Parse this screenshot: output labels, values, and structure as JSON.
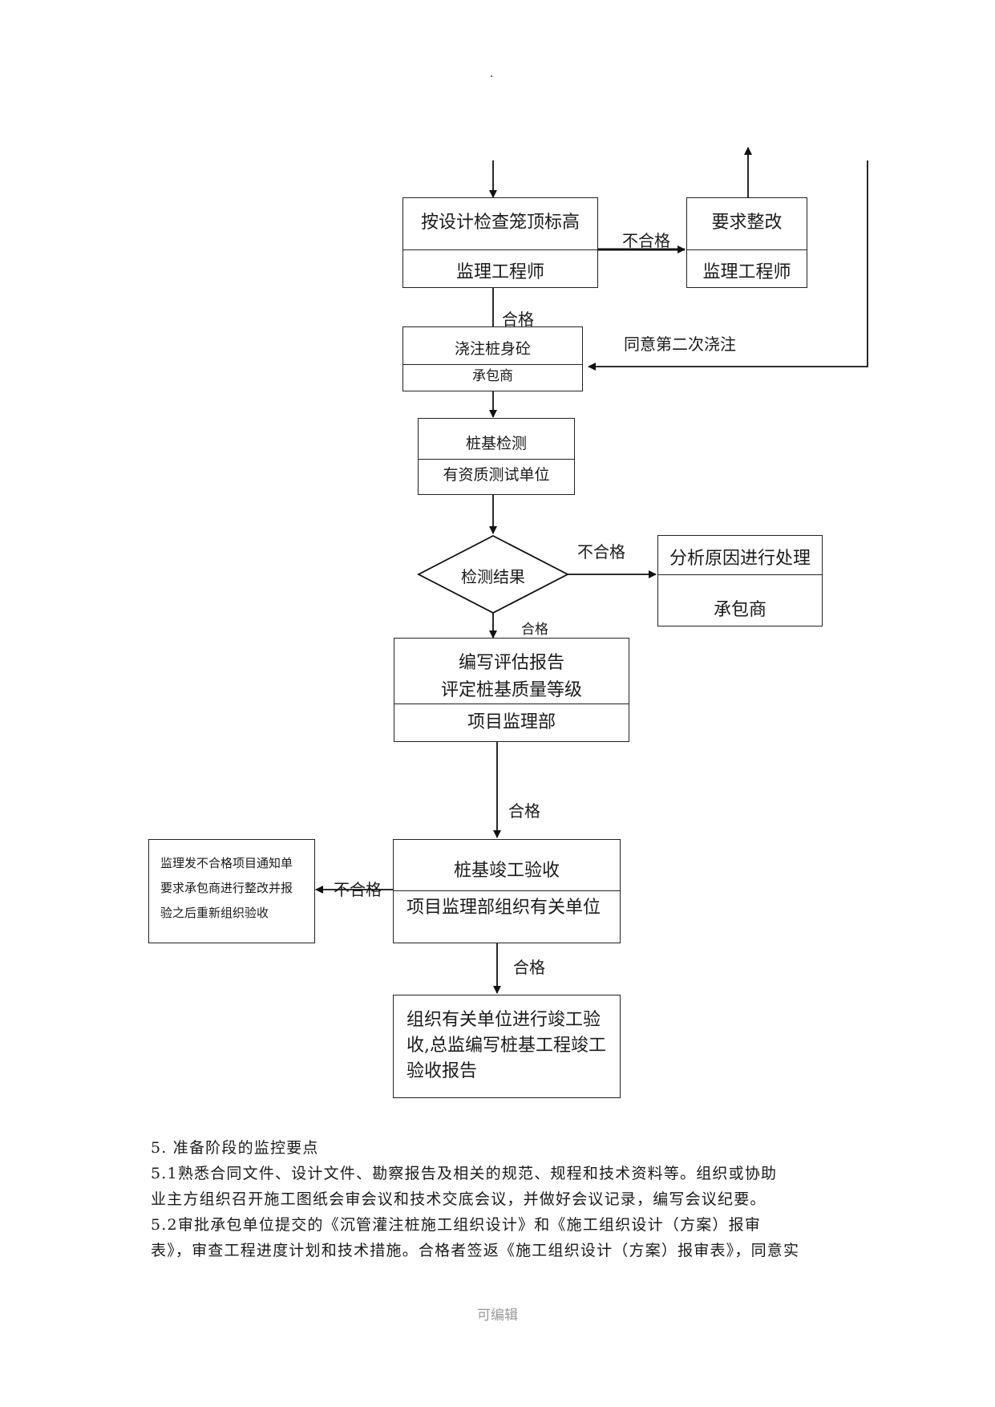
{
  "flowchart": {
    "check_cage": {
      "title": "按设计检查笼顶标高",
      "role": "监理工程师"
    },
    "rectify": {
      "title": "要求整改",
      "role": "监理工程师"
    },
    "pour": {
      "title": "浇注桩身砼",
      "role": "承包商"
    },
    "pile_test": {
      "title": "桩基检测",
      "role": "有资质测试单位"
    },
    "decision": {
      "title": "检测结果"
    },
    "analyze": {
      "title": "分析原因进行处理",
      "role": "承包商"
    },
    "report": {
      "line1": "编写评估报告",
      "line2": "评定桩基质量等级",
      "role": "项目监理部"
    },
    "acceptance": {
      "title": "桩基竣工验收",
      "role": "项目监理部组织有关单位"
    },
    "nonconform_note": {
      "lines": [
        "监理发不合格项目通知单",
        "要求承包商进行整改并报",
        "验之后重新组织验收"
      ]
    },
    "final": {
      "lines": [
        "组织有关单位进行竣工验",
        "收,总监编写桩基工程竣工",
        "验收报告"
      ]
    },
    "labels": {
      "fail_1": "不合格",
      "pass_1": "合格",
      "second_pour": "同意第二次浇注",
      "fail_2": "不合格",
      "pass_2": "合格",
      "pass_3": "合格",
      "fail_3": "不合格",
      "pass_4": "合格"
    }
  },
  "text": {
    "heading": "5.  准备阶段的监控要点",
    "p1_line1": "5.1熟悉合同文件、设计文件、勘察报告及相关的规范、规程和技术资料等。组织或协助",
    "p1_line2": "业主方组织召开施工图纸会审会议和技术交底会议，并做好会议记录，编写会议纪要。",
    "p2_line1": "5.2审批承包单位提交的《沉管灌注桩施工组织设计》和《施工组织设计（方案）报审",
    "p2_line2": "表》，审查工程进度计划和技术措施。合格者签返《施工组织设计（方案）报审表》，同意实"
  },
  "footer": {
    "text": "可编辑"
  }
}
